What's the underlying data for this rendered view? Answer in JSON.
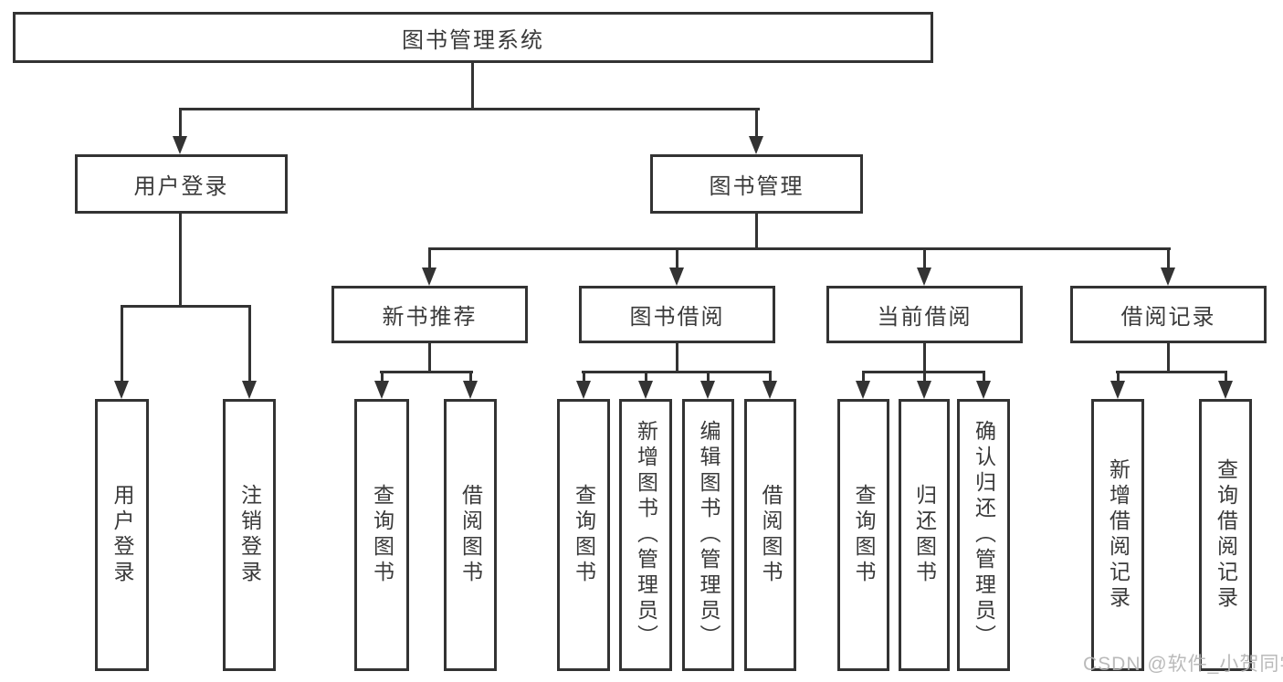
{
  "watermark": "CSDN @软件_小贺同学",
  "colors": {
    "line": "#333333",
    "text": "#3a3a3a",
    "box_background": "#ffffff",
    "watermark": "#b3b3b3"
  },
  "diagram": {
    "type": "hierarchy-diagram",
    "root": "图书管理系统",
    "branches": [
      {
        "label": "用户登录",
        "children": [
          "用户登录",
          "注销登录"
        ]
      },
      {
        "label": "图书管理",
        "groups": [
          {
            "label": "新书推荐",
            "children": [
              "查询图书",
              "借阅图书"
            ]
          },
          {
            "label": "图书借阅",
            "children": [
              "查询图书",
              "新增图书（管理员）",
              "编辑图书（管理员）",
              "借阅图书"
            ]
          },
          {
            "label": "当前借阅",
            "children": [
              "查询图书",
              "归还图书",
              "确认归还（管理员）"
            ]
          },
          {
            "label": "借阅记录",
            "children": [
              "新增借阅记录",
              "查询借阅记录"
            ]
          }
        ]
      }
    ]
  }
}
